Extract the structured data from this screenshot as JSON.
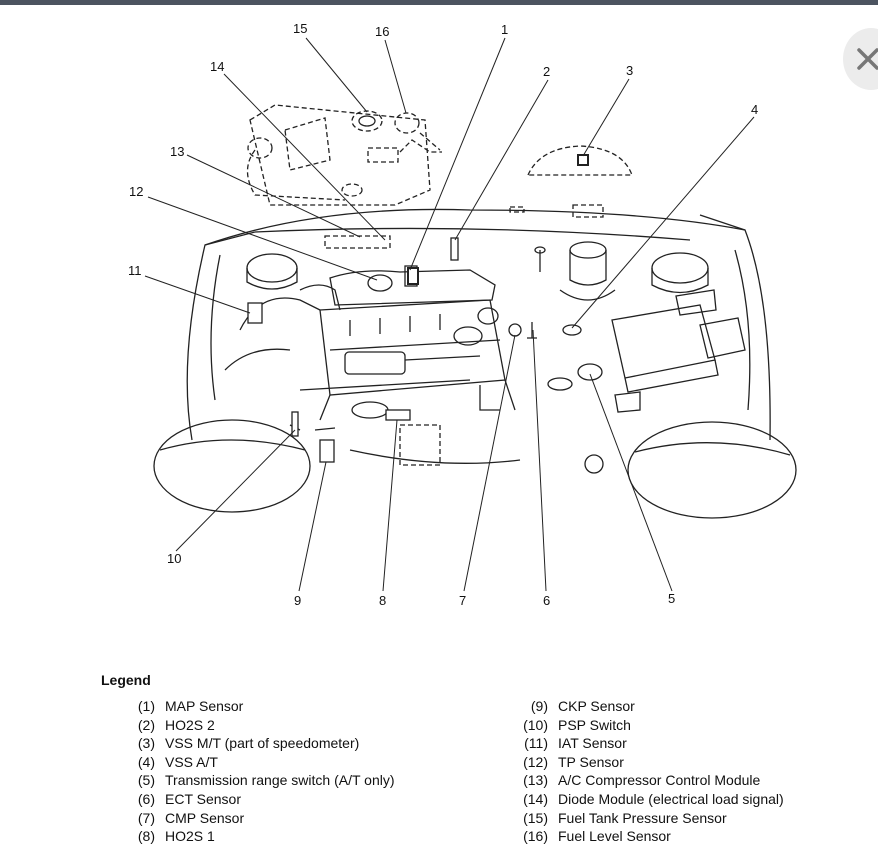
{
  "legend": {
    "title": "Legend",
    "left_items": [
      {
        "num": "(1)",
        "label": "MAP Sensor"
      },
      {
        "num": "(2)",
        "label": "HO2S 2"
      },
      {
        "num": "(3)",
        "label": "VSS M/T (part of speedometer)"
      },
      {
        "num": "(4)",
        "label": "VSS A/T"
      },
      {
        "num": "(5)",
        "label": "Transmission range switch (A/T only)"
      },
      {
        "num": "(6)",
        "label": "ECT Sensor"
      },
      {
        "num": "(7)",
        "label": "CMP Sensor"
      },
      {
        "num": "(8)",
        "label": "HO2S 1"
      }
    ],
    "right_items": [
      {
        "num": "(9)",
        "label": "CKP Sensor"
      },
      {
        "num": "(10)",
        "label": "PSP Switch"
      },
      {
        "num": "(11)",
        "label": "IAT Sensor"
      },
      {
        "num": "(12)",
        "label": "TP Sensor"
      },
      {
        "num": "(13)",
        "label": "A/C Compressor Control Module"
      },
      {
        "num": "(14)",
        "label": "Diode Module (electrical load signal)"
      },
      {
        "num": "(15)",
        "label": "Fuel Tank Pressure Sensor"
      },
      {
        "num": "(16)",
        "label": "Fuel Level Sensor"
      }
    ]
  },
  "callouts": {
    "c1": "1",
    "c2": "2",
    "c3": "3",
    "c4": "4",
    "c5": "5",
    "c6": "6",
    "c7": "7",
    "c8": "8",
    "c9": "9",
    "c10": "10",
    "c11": "11",
    "c12": "12",
    "c13": "13",
    "c14": "14",
    "c15": "15",
    "c16": "16"
  },
  "icons": {
    "close": "close-icon"
  },
  "colors": {
    "top_bar": "#4c5460",
    "line": "#222222"
  }
}
